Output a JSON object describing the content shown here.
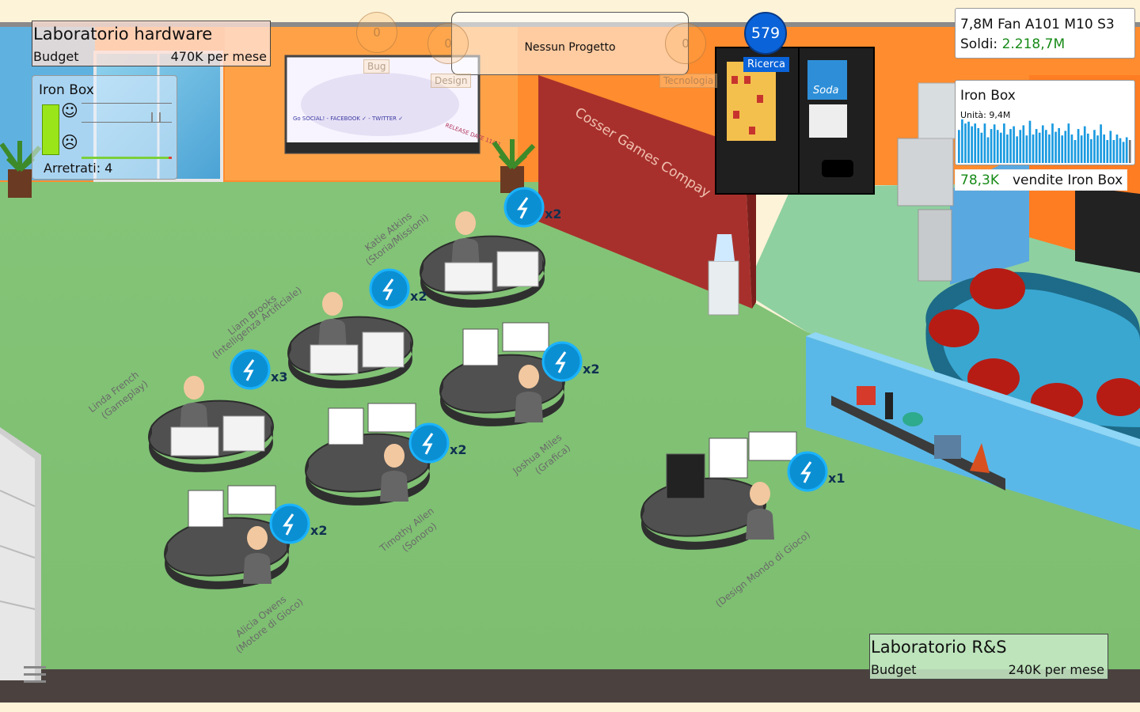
{
  "hardware_lab": {
    "title": "Laboratorio hardware",
    "budget_label": "Budget",
    "budget_value": "470K per mese"
  },
  "rd_lab": {
    "title": "Laboratorio R&S",
    "budget_label": "Budget",
    "budget_value": "240K per mese"
  },
  "project": {
    "name": "Iron Box",
    "progress": 1.0,
    "backlog_label": "Arretrati:",
    "backlog_value": "4"
  },
  "center": {
    "status": "Nessun Progetto",
    "bug_label": "Bug",
    "design_label": "Design",
    "tech_label": "Tecnologia",
    "bug_value": "0",
    "design_value": "0",
    "tech_value": "0"
  },
  "research": {
    "points": "579",
    "label": "Ricerca"
  },
  "stats": {
    "fans_line": "7,8M Fan A101 M10 S3",
    "money_label": "Soldi:",
    "money_value": "2.218,7M"
  },
  "sales": {
    "product": "Iron Box",
    "units_label": "Unità: 9,4M",
    "weekly_value": "78,3K",
    "weekly_label": "vendite Iron Box",
    "bars": [
      0.72,
      0.95,
      0.86,
      0.9,
      0.8,
      0.86,
      0.76,
      0.66,
      0.86,
      0.56,
      0.74,
      0.84,
      0.72,
      0.66,
      0.86,
      0.62,
      0.74,
      0.8,
      0.58,
      0.72,
      0.82,
      0.6,
      0.92,
      0.62,
      0.74,
      0.66,
      0.82,
      0.72,
      0.62,
      0.86,
      0.68,
      0.76,
      0.6,
      0.7,
      0.86,
      0.62,
      0.5,
      0.74,
      0.6,
      0.8,
      0.64,
      0.52,
      0.72,
      0.6,
      0.84,
      0.62,
      0.5,
      0.7,
      0.5,
      0.62,
      0.54,
      0.46,
      0.56,
      0.5
    ]
  },
  "wall_sign": "Cosser Games Compay",
  "whiteboard_notes": {
    "note1": "Go SOCIAL! - FACEBOOK ✓ - TWITTER ✓",
    "note2": "RELEASE DATE 11/01"
  },
  "soda_label": "Soda",
  "employees": [
    {
      "name": "Katie Atkins",
      "role": "(Storia/Missioni)",
      "boost": "x2"
    },
    {
      "name": "Liam Brooks",
      "role": "(Intelligenza Artificiale)",
      "boost": "x2"
    },
    {
      "name": "Linda French",
      "role": "(Gameplay)",
      "boost": "x3"
    },
    {
      "name": "Joshua Miles",
      "role": "(Grafica)",
      "boost": "x2"
    },
    {
      "name": "Timothy Allen",
      "role": "(Sonoro)",
      "boost": "x2"
    },
    {
      "name": "Alicia Owens",
      "role": "(Motore di Gioco)",
      "boost": "x2"
    },
    {
      "name": "",
      "role": "(Design Mondo di Gioco)",
      "boost": "x1"
    }
  ],
  "colors": {
    "floor": "#85c476",
    "orange_wall": "#ff8c2e",
    "red_wall": "#a8302c",
    "research_blue": "#0a63d8",
    "money_green": "#168a16",
    "boost_blue": "#0b8fd3"
  }
}
